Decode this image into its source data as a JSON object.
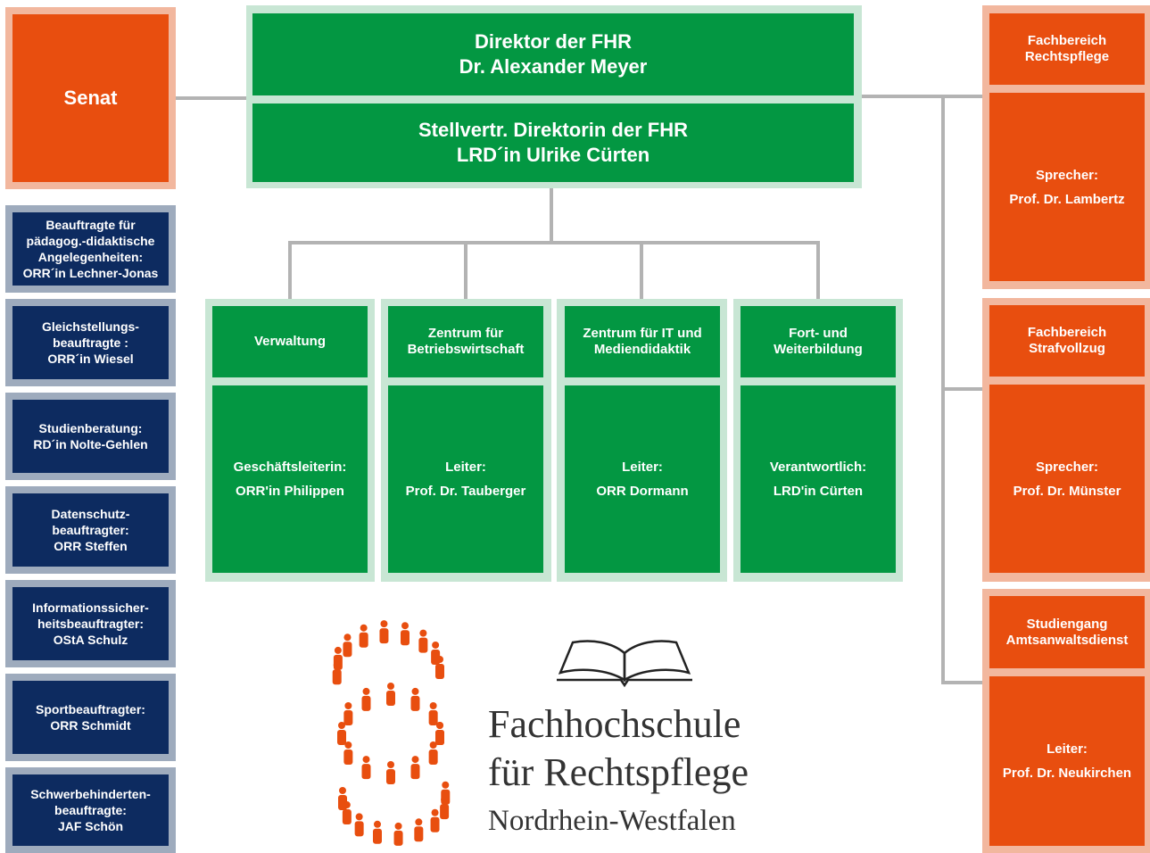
{
  "director": {
    "title": "Direktor der FHR",
    "name": "Dr. Alexander Meyer"
  },
  "deputy": {
    "title": "Stellvertr. Direktorin der FHR",
    "name": "LRD´in Ulrike Cürten"
  },
  "senat": {
    "label": "Senat"
  },
  "departments": [
    {
      "title": "Verwaltung",
      "role": "Geschäftsleiterin:",
      "person": "ORR'in Philippen"
    },
    {
      "title": "Zentrum für Betriebswirtschaft",
      "role": "Leiter:",
      "person": "Prof. Dr. Tauberger"
    },
    {
      "title": "Zentrum für IT und Mediendidaktik",
      "role": "Leiter:",
      "person": "ORR Dormann"
    },
    {
      "title": "Fort- und Weiterbildung",
      "role": "Verantwortlich:",
      "person": "LRD'in Cürten"
    }
  ],
  "faculties": [
    {
      "title": "Fachbereich Rechtspflege",
      "role": "Sprecher:",
      "person": "Prof. Dr. Lambertz"
    },
    {
      "title": "Fachbereich Strafvollzug",
      "role": "Sprecher:",
      "person": "Prof. Dr. Münster"
    },
    {
      "title": "Studiengang Amtsanwaltsdienst",
      "role": "Leiter:",
      "person": "Prof. Dr. Neukirchen"
    }
  ],
  "officers": [
    {
      "lines": [
        "Beauftragte für",
        "pädagog.-didaktische",
        "Angelegenheiten:",
        "ORR´in Lechner-Jonas"
      ]
    },
    {
      "lines": [
        "Gleichstellungs-",
        "beauftragte :",
        "ORR´in Wiesel"
      ]
    },
    {
      "lines": [
        "Studienberatung:",
        "RD´in Nolte-Gehlen"
      ]
    },
    {
      "lines": [
        "Datenschutz-",
        "beauftragter:",
        "ORR Steffen"
      ]
    },
    {
      "lines": [
        "Informationssicher-",
        "heitsbeauftragter:",
        "OStA Schulz"
      ]
    },
    {
      "lines": [
        "Sportbeauftragter:",
        "ORR Schmidt"
      ]
    },
    {
      "lines": [
        "Schwerbehinderten-",
        "beauftragte:",
        "JAF Schön"
      ]
    }
  ],
  "logo": {
    "line1": "Fachhochschule",
    "line2": "für Rechtspflege",
    "line3": "Nordrhein-Westfalen",
    "accent": "#e84e0f",
    "icon": "open-book-icon"
  },
  "colors": {
    "green": "#039742",
    "green_frame": "#c8e6d4",
    "orange": "#e84e0f",
    "orange_frame": "#f2b79e",
    "blue": "#0d2b60",
    "blue_frame": "#9eabbd",
    "connector": "#b3b3b3"
  }
}
